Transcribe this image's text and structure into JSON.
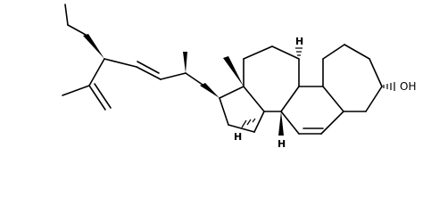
{
  "molecule": {
    "atom_labels": {
      "hydroxyl": "OH",
      "h_c9": "H",
      "h_c8": "H",
      "h_c14": "H"
    }
  },
  "colors": {
    "bond": "#000000",
    "background": "#ffffff"
  }
}
